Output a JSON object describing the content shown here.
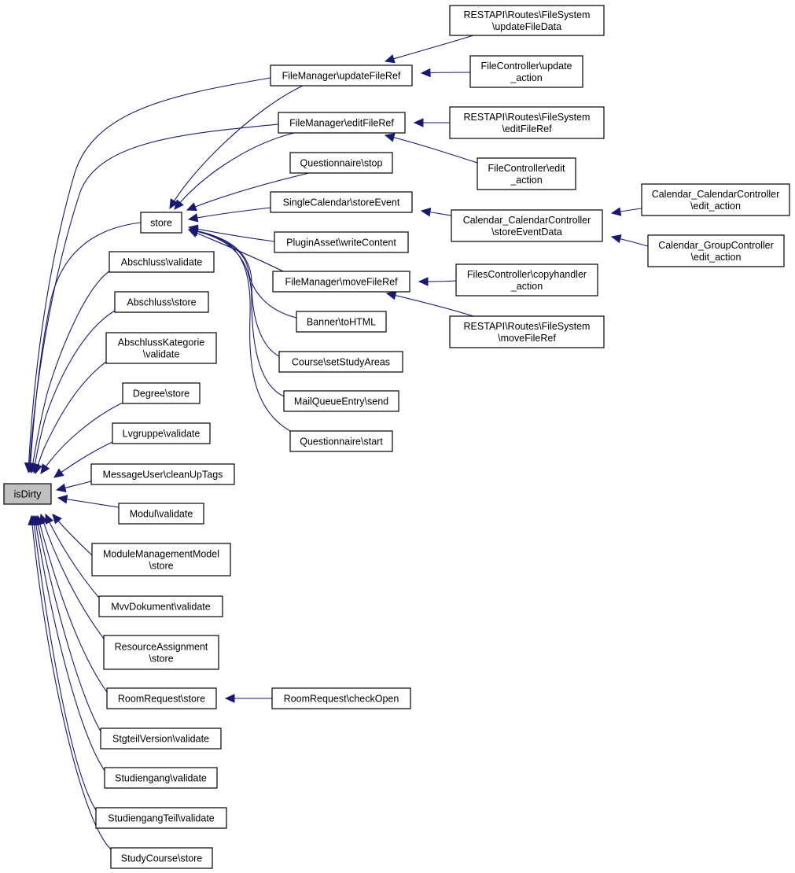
{
  "graph": {
    "edge_color": "#191970",
    "root_fill": "#bfbfbf",
    "nodes": [
      {
        "id": "isDirty",
        "lines": [
          "isDirty"
        ],
        "root": true
      },
      {
        "id": "store",
        "lines": [
          "store"
        ]
      },
      {
        "id": "AbschlussValidate",
        "lines": [
          "Abschluss\\validate"
        ]
      },
      {
        "id": "AbschlussStore",
        "lines": [
          "Abschluss\\store"
        ]
      },
      {
        "id": "AbschlussKategorie",
        "lines": [
          "AbschlussKategorie",
          "\\validate"
        ]
      },
      {
        "id": "DegreeStore",
        "lines": [
          "Degree\\store"
        ]
      },
      {
        "id": "LvgruppeValidate",
        "lines": [
          "Lvgruppe\\validate"
        ]
      },
      {
        "id": "MessageUserCleanUpTags",
        "lines": [
          "MessageUser\\cleanUpTags"
        ]
      },
      {
        "id": "ModulValidate",
        "lines": [
          "Modul\\validate"
        ]
      },
      {
        "id": "ModuleManagementModel",
        "lines": [
          "ModuleManagementModel",
          "\\store"
        ]
      },
      {
        "id": "MvvDokumentValidate",
        "lines": [
          "MvvDokument\\validate"
        ]
      },
      {
        "id": "ResourceAssignment",
        "lines": [
          "ResourceAssignment",
          "\\store"
        ]
      },
      {
        "id": "RoomRequestStore",
        "lines": [
          "RoomRequest\\store"
        ]
      },
      {
        "id": "StgteilVersionValidate",
        "lines": [
          "StgteilVersion\\validate"
        ]
      },
      {
        "id": "StudiengangValidate",
        "lines": [
          "Studiengang\\validate"
        ]
      },
      {
        "id": "StudiengangTeilValidate",
        "lines": [
          "StudiengangTeil\\validate"
        ]
      },
      {
        "id": "StudyCourseStore",
        "lines": [
          "StudyCourse\\store"
        ]
      },
      {
        "id": "FMUpdateFileRef",
        "lines": [
          "FileManager\\updateFileRef"
        ]
      },
      {
        "id": "FMEditFileRef",
        "lines": [
          "FileManager\\editFileRef"
        ]
      },
      {
        "id": "QuestionnaireStop",
        "lines": [
          "Questionnaire\\stop"
        ]
      },
      {
        "id": "SingleCalendarStoreEvent",
        "lines": [
          "SingleCalendar\\storeEvent"
        ]
      },
      {
        "id": "PluginAssetWriteContent",
        "lines": [
          "PluginAsset\\writeContent"
        ]
      },
      {
        "id": "FMMoveFileRef",
        "lines": [
          "FileManager\\moveFileRef"
        ]
      },
      {
        "id": "BannerToHTML",
        "lines": [
          "Banner\\toHTML"
        ]
      },
      {
        "id": "CourseSetStudyAreas",
        "lines": [
          "Course\\setStudyAreas"
        ]
      },
      {
        "id": "MailQueueEntrySend",
        "lines": [
          "MailQueueEntry\\send"
        ]
      },
      {
        "id": "QuestionnaireStart",
        "lines": [
          "Questionnaire\\start"
        ]
      },
      {
        "id": "RoomRequestCheckOpen",
        "lines": [
          "RoomRequest\\checkOpen"
        ]
      },
      {
        "id": "RestUpdateFileData",
        "lines": [
          "RESTAPI\\Routes\\FileSystem",
          "\\updateFileData"
        ]
      },
      {
        "id": "FCUpdateAction",
        "lines": [
          "FileController\\update",
          "_action"
        ]
      },
      {
        "id": "RestEditFileRef",
        "lines": [
          "RESTAPI\\Routes\\FileSystem",
          "\\editFileRef"
        ]
      },
      {
        "id": "FCEditAction",
        "lines": [
          "FileController\\edit",
          "_action"
        ]
      },
      {
        "id": "CalStoreEventData",
        "lines": [
          "Calendar_CalendarController",
          "\\storeEventData"
        ]
      },
      {
        "id": "FilesCopyhandler",
        "lines": [
          "FilesController\\copyhandler",
          "_action"
        ]
      },
      {
        "id": "RestMoveFileRef",
        "lines": [
          "RESTAPI\\Routes\\FileSystem",
          "\\moveFileRef"
        ]
      },
      {
        "id": "CalEditAction",
        "lines": [
          "Calendar_CalendarController",
          "\\edit_action"
        ]
      },
      {
        "id": "GroupEditAction",
        "lines": [
          "Calendar_GroupController",
          "\\edit_action"
        ]
      }
    ],
    "edges": [
      [
        "store",
        "isDirty"
      ],
      [
        "AbschlussValidate",
        "isDirty"
      ],
      [
        "AbschlussStore",
        "isDirty"
      ],
      [
        "AbschlussKategorie",
        "isDirty"
      ],
      [
        "DegreeStore",
        "isDirty"
      ],
      [
        "LvgruppeValidate",
        "isDirty"
      ],
      [
        "MessageUserCleanUpTags",
        "isDirty"
      ],
      [
        "ModulValidate",
        "isDirty"
      ],
      [
        "ModuleManagementModel",
        "isDirty"
      ],
      [
        "MvvDokumentValidate",
        "isDirty"
      ],
      [
        "ResourceAssignment",
        "isDirty"
      ],
      [
        "RoomRequestStore",
        "isDirty"
      ],
      [
        "StgteilVersionValidate",
        "isDirty"
      ],
      [
        "StudiengangValidate",
        "isDirty"
      ],
      [
        "StudiengangTeilValidate",
        "isDirty"
      ],
      [
        "StudyCourseStore",
        "isDirty"
      ],
      [
        "FMUpdateFileRef",
        "isDirty"
      ],
      [
        "FMEditFileRef",
        "isDirty"
      ],
      [
        "FMUpdateFileRef",
        "store"
      ],
      [
        "FMEditFileRef",
        "store"
      ],
      [
        "QuestionnaireStop",
        "store"
      ],
      [
        "SingleCalendarStoreEvent",
        "store"
      ],
      [
        "PluginAssetWriteContent",
        "store"
      ],
      [
        "FMMoveFileRef",
        "store"
      ],
      [
        "BannerToHTML",
        "store"
      ],
      [
        "CourseSetStudyAreas",
        "store"
      ],
      [
        "MailQueueEntrySend",
        "store"
      ],
      [
        "QuestionnaireStart",
        "store"
      ],
      [
        "RoomRequestCheckOpen",
        "RoomRequestStore"
      ],
      [
        "RestUpdateFileData",
        "FMUpdateFileRef"
      ],
      [
        "FCUpdateAction",
        "FMUpdateFileRef"
      ],
      [
        "RestEditFileRef",
        "FMEditFileRef"
      ],
      [
        "FCEditAction",
        "FMEditFileRef"
      ],
      [
        "CalStoreEventData",
        "SingleCalendarStoreEvent"
      ],
      [
        "FilesCopyhandler",
        "FMMoveFileRef"
      ],
      [
        "RestMoveFileRef",
        "FMMoveFileRef"
      ],
      [
        "CalEditAction",
        "CalStoreEventData"
      ],
      [
        "GroupEditAction",
        "CalStoreEventData"
      ]
    ]
  }
}
